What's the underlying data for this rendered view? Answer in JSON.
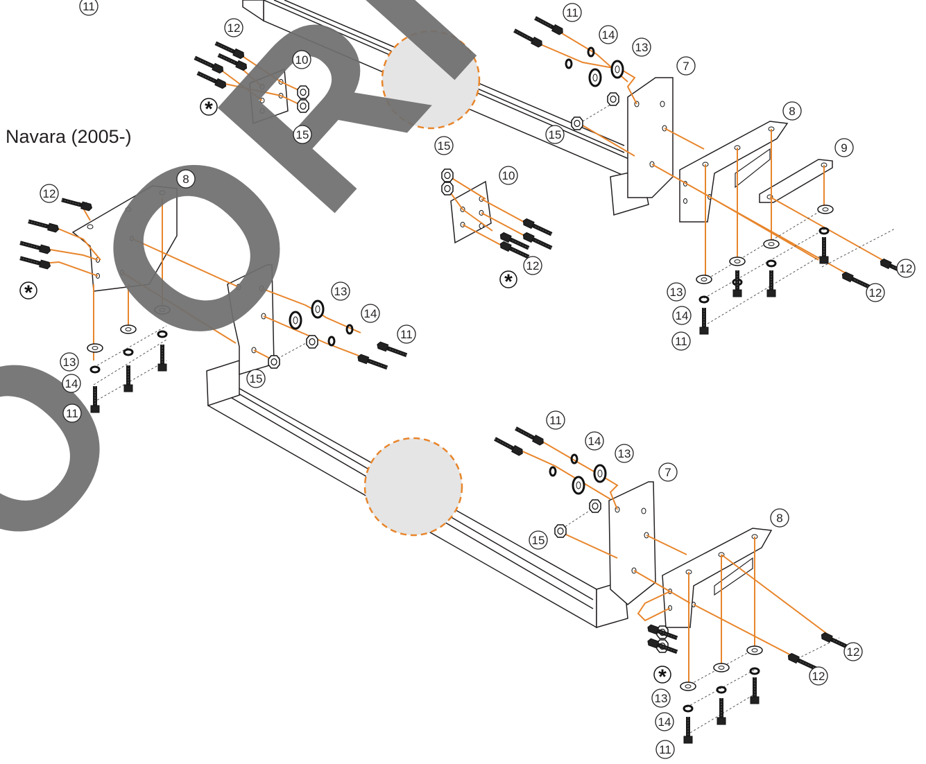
{
  "title": "Navara (2005-)",
  "watermark": "NO ORIGINAL",
  "colors": {
    "line": "#e8852b",
    "outline": "#231f20",
    "part_fill": "#ffffff",
    "dark": "#111111",
    "hole_fill": "#e5e5e5",
    "watermark": "#6f6f6f"
  },
  "asterisk": "*",
  "callouts": {
    "c1": "11",
    "c2": "12",
    "c3": "10",
    "c4": "15",
    "c5": "11",
    "c6": "14",
    "c7": "13",
    "c8": "7",
    "c9": "15",
    "c10": "8",
    "c11": "9",
    "c12": "15",
    "c13": "10",
    "c14": "12",
    "c15": "12",
    "c16": "13",
    "c17": "14",
    "c18": "11",
    "c19": "12",
    "c20": "12",
    "c21": "8",
    "c22": "13",
    "c23": "14",
    "c24": "11",
    "c25": "15",
    "c26": "13",
    "c27": "14",
    "c28": "11",
    "c29": "11",
    "c30": "14",
    "c31": "13",
    "c32": "7",
    "c33": "15",
    "c34": "8",
    "c35": "12",
    "c36": "12",
    "c37": "13",
    "c38": "14",
    "c39": "11"
  }
}
